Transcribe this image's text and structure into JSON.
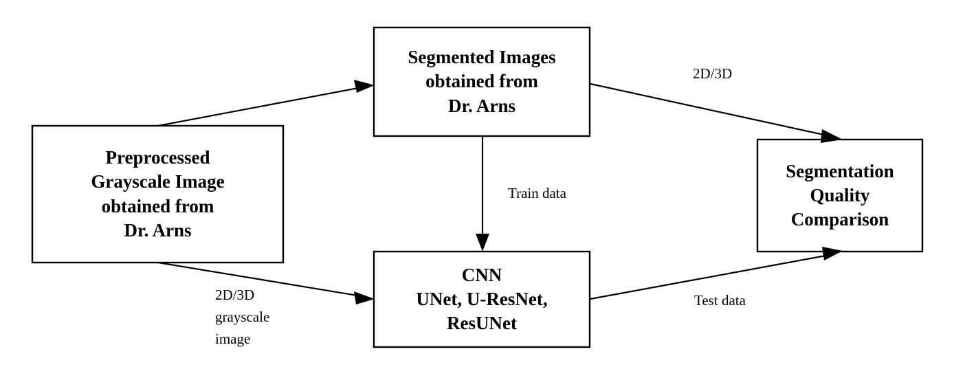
{
  "diagram": {
    "title": "Segmentation workflow block diagram",
    "background_color": "#ffffff",
    "stroke_color": "#000000",
    "nodes": [
      {
        "id": "preprocessed",
        "name": "preprocessed-grayscale-image",
        "lines": [
          "Preprocessed",
          "Grayscale Image",
          "obtained from",
          "Dr. Arns"
        ]
      },
      {
        "id": "segmented",
        "name": "segmented-images",
        "lines": [
          "Segmented Images",
          "obtained from",
          "Dr. Arns"
        ]
      },
      {
        "id": "cnn",
        "name": "cnn-models",
        "lines": [
          "CNN",
          "UNet, U-ResNet,",
          "ResUNet"
        ]
      },
      {
        "id": "comparison",
        "name": "segmentation-quality-comparison",
        "lines": [
          "Segmentation",
          "Quality",
          "Comparison"
        ]
      }
    ],
    "edges": [
      {
        "id": "preprocessed-to-segmented",
        "from": "preprocessed",
        "to": "segmented",
        "label_lines": []
      },
      {
        "id": "preprocessed-to-cnn",
        "from": "preprocessed",
        "to": "cnn",
        "label_lines": [
          "2D/3D",
          "grayscale",
          "image"
        ]
      },
      {
        "id": "segmented-to-comparison",
        "from": "segmented",
        "to": "comparison",
        "label_lines": [
          "2D/3D"
        ]
      },
      {
        "id": "segmented-to-cnn",
        "from": "segmented",
        "to": "cnn",
        "label_lines": [
          "Train data"
        ]
      },
      {
        "id": "cnn-to-comparison",
        "from": "cnn",
        "to": "comparison",
        "label_lines": [
          "Test data"
        ]
      }
    ]
  }
}
